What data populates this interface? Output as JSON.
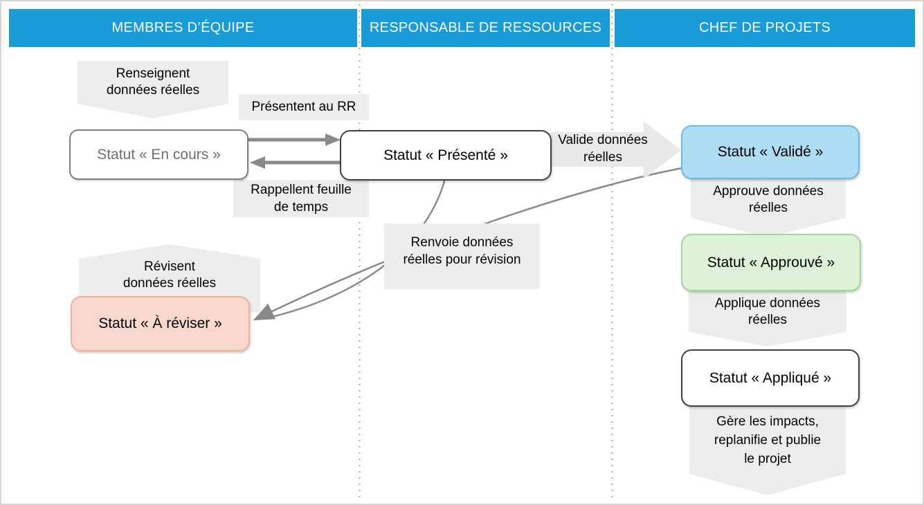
{
  "header": {
    "lanes": [
      "MEMBRES D’ÉQUIPE",
      "RESPONSABLE DE RESSOURCES",
      "CHEF DE PROJETS"
    ]
  },
  "status_boxes": {
    "en_cours": "Statut « En cours »",
    "presente": "Statut « Présenté »",
    "valide": "Statut « Validé »",
    "approuve": "Statut « Approuvé »",
    "applique": "Statut « Appliqué »",
    "a_reviser": "Statut « À réviser »"
  },
  "action_labels": {
    "renseignent": [
      "Renseignent",
      "données réelles"
    ],
    "presentent": [
      "Présentent au RR"
    ],
    "rappellent": [
      "Rappellent feuille",
      "de temps"
    ],
    "valide": [
      "Valide données",
      "réelles"
    ],
    "renvoie": [
      "Renvoie données",
      "réelles pour révision"
    ],
    "revisent": [
      "Révisent",
      "données réelles"
    ],
    "approuve": [
      "Approuve données",
      "réelles"
    ],
    "applique": [
      "Applique données",
      "réelles"
    ],
    "gere": [
      "Gère les impacts,",
      "replanifie et publie",
      "le projet"
    ]
  },
  "colors": {
    "header_bg": "#189BD7",
    "header_text": "#FFFFFF",
    "label_bg": "#EDEDED",
    "arrow_gray": "#898989",
    "block_arrow_fill": "#E9E9E9",
    "separator_dotted": "#A6A6A6",
    "frame_border": "#D5D5D5",
    "box_valide_fill": "#AEDCF2",
    "box_valide_border": "#6EB9E4",
    "box_approuve_fill": "#DCF1D7",
    "box_approuve_border": "#9FD89B",
    "box_a_reviser_fill": "#F8D8CC",
    "box_a_reviser_border": "#F0B29C",
    "box_en_cours_border": "#7F7F7F",
    "box_dark_border": "#3F3F3F"
  }
}
